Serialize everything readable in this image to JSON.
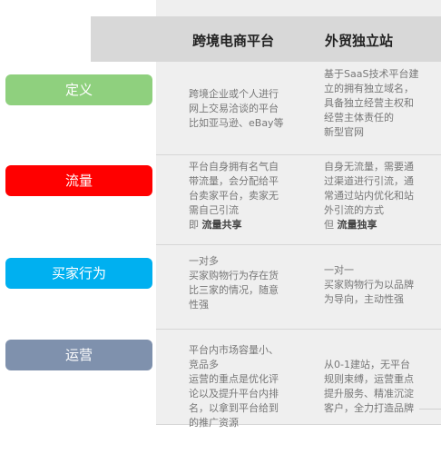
{
  "header": {
    "col1": "跨境电商平台",
    "col2": "外贸独立站"
  },
  "rows": [
    {
      "label": "定义",
      "color": "#8fd07e",
      "col1": [
        "跨境企业或个人进行",
        "网上交易洽谈的平台",
        "比如亚马逊、eBay等"
      ],
      "col1_bold": "",
      "col2": [
        "基于SaaS技术平台建",
        "立的拥有独立域名，",
        "具备独立经营主权和",
        "经营主体责任的",
        "新型官网"
      ],
      "col2_bold": ""
    },
    {
      "label": "流量",
      "color": "#ff0000",
      "col1": [
        "平台自身拥有名气自",
        "带流量，会分配给平",
        "台卖家平台，卖家无",
        "需自己引流"
      ],
      "col1_prefix": "即",
      "col1_bold": "流量共享",
      "col2": [
        "自身无流量，需要通",
        "过渠道进行引流，通",
        "常通过站内优化和站",
        "外引流的方式"
      ],
      "col2_prefix": "但",
      "col2_bold": "流量独享"
    },
    {
      "label": "买家行为",
      "color": "#00b0f0",
      "col1": [
        "一对多",
        "买家购物行为存在货",
        "比三家的情况，随意",
        "性强"
      ],
      "col1_bold": "",
      "col2": [
        "一对一",
        "买家购物行为以品牌",
        "为导向，主动性强"
      ],
      "col2_bold": ""
    },
    {
      "label": "运营",
      "color": "#7f91ad",
      "col1": [
        "平台内市场容量小、",
        "竞品多",
        "运营的重点是优化评",
        "论以及提升平台内排",
        "名，以拿到平台给到",
        "的推广资源"
      ],
      "col1_bold": "",
      "col2": [
        "从0-1建站，无平台",
        "规则束缚，运营重点",
        "提升服务、精准沉淀",
        "客户，全力打造品牌"
      ],
      "col2_bold": ""
    }
  ]
}
